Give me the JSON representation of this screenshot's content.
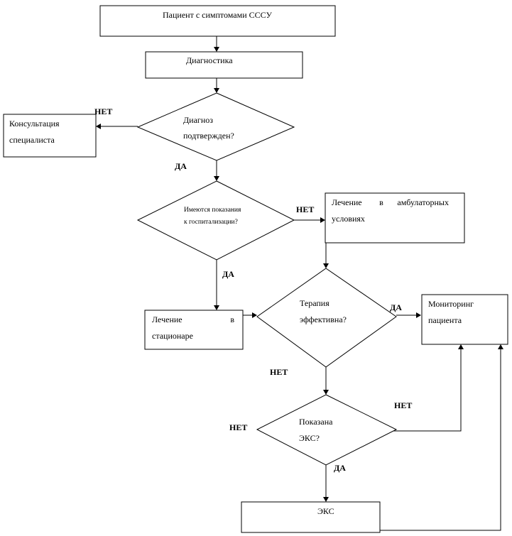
{
  "nodes": {
    "start": "Пациент с симптомами СССУ",
    "diagnostics": "Диагностика",
    "consult_line1": "Консультация",
    "consult_line2": "специалиста",
    "diagnosis_q_line1": "Диагноз",
    "diagnosis_q_line2": "подтвержден?",
    "hosp_q_line1": "Имеются показания",
    "hosp_q_line2": "к госпитализации?",
    "outpatient_word1": "Лечение",
    "outpatient_word2": "в",
    "outpatient_word3": "амбулаторных",
    "outpatient_line2": "условиях",
    "inpatient_word1": "Лечение",
    "inpatient_word2": "в",
    "inpatient_line2": "стационаре",
    "therapy_q_line1": "Терапия",
    "therapy_q_line2": "эффективна?",
    "monitoring_line1": "Мониторинг",
    "monitoring_line2": "пациента",
    "eks_q_line1": "Показана",
    "eks_q_line2": "ЭКС?",
    "eks": "ЭКС"
  },
  "edge_labels": {
    "diagnosis_no": "НЕТ",
    "diagnosis_yes": "ДА",
    "hosp_no": "НЕТ",
    "hosp_yes": "ДА",
    "therapy_yes": "ДА",
    "therapy_no": "НЕТ",
    "eks_no_right": "НЕТ",
    "eks_no_left": "НЕТ",
    "eks_yes": "ДА"
  }
}
